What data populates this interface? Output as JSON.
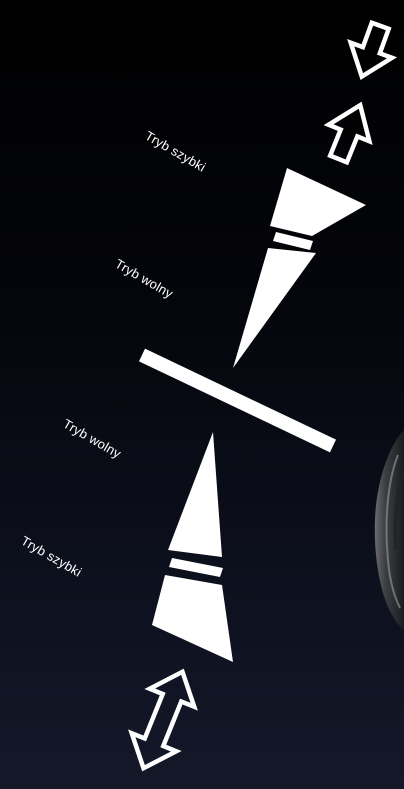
{
  "labels": {
    "upper_fast": "Tryb szybki",
    "upper_slow": "Tryb wolny",
    "lower_slow": "Tryb wolny",
    "lower_fast": "Tryb szybki"
  },
  "colors": {
    "background_top": "#000000",
    "background_bottom": "#141829",
    "foreground": "#ffffff",
    "device_body": "#3d3f43"
  },
  "icons": {
    "top_arrow": "down-arrow-outline-icon",
    "upper_arrow": "up-arrow-outline-icon",
    "bottom_arrow": "double-arrow-outline-icon"
  }
}
